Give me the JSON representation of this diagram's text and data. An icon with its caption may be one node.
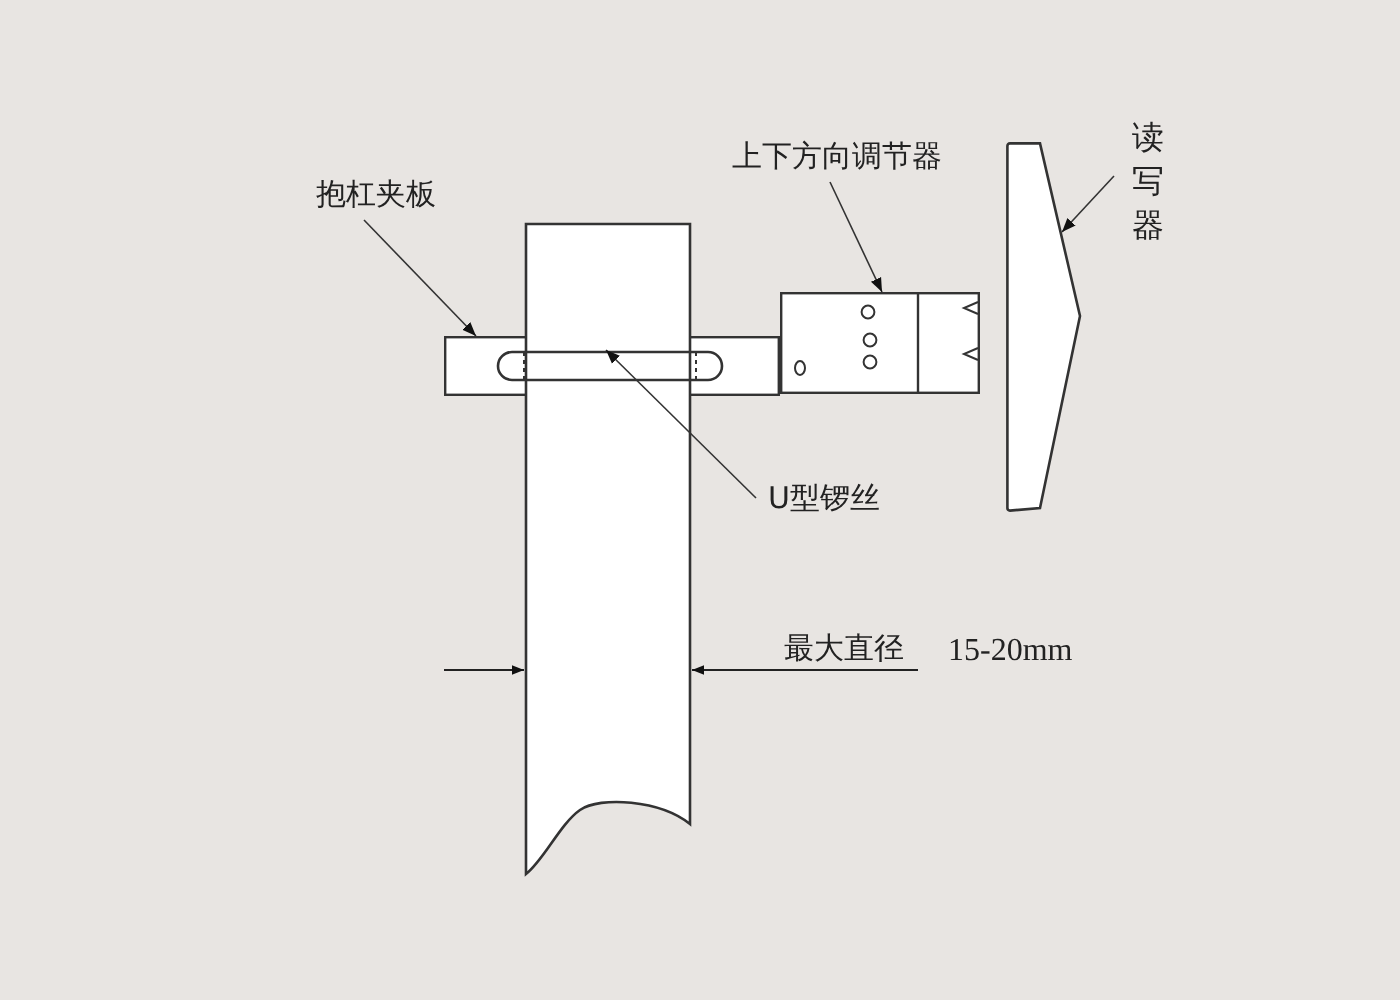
{
  "diagram": {
    "nodes": [
      {
        "text": [
          "抱杠夹板"
        ]
      },
      {
        "text": [],
        "shape": "box"
      },
      {
        "text": [
          "上下方向调节器"
        ]
      },
      {
        "text": [],
        "shape": "box"
      },
      {
        "text": [
          "读写器"
        ]
      },
      {
        "text": [],
        "shape": "picture"
      },
      {
        "text": [
          "U型锣丝"
        ]
      },
      {
        "text": [],
        "shape": "picture",
        "in": 1
      }
    ],
    "edges": [
      {
        "from": 0,
        "to": 1,
        "arrow": "to"
      },
      {
        "from": 2,
        "to": 3,
        "arrow": "to"
      },
      {
        "from": 4,
        "to": 5,
        "arrow": "to"
      },
      {
        "from": 6,
        "to": 7,
        "arrow": "to"
      }
    ],
    "labels": [
      "最大直径",
      "15-20mm"
    ]
  }
}
